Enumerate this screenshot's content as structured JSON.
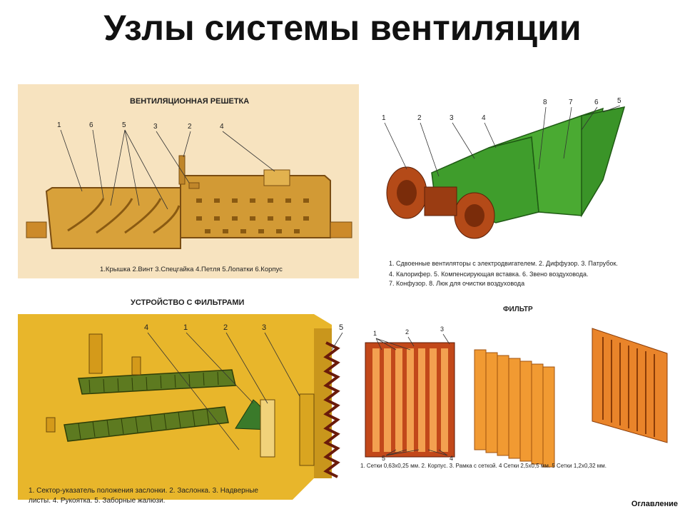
{
  "slide": {
    "title": "Узлы системы вентиляции",
    "nav_link": "Оглавление"
  },
  "grille": {
    "heading": "ВЕНТИЛЯЦИОННАЯ РЕШЕТКА",
    "callouts": [
      "1",
      "6",
      "5",
      "3",
      "2",
      "4"
    ],
    "caption": "1.Крышка 2.Винт 3.Спецгайка 4.Петля 5.Лопатки 6.Корпус"
  },
  "duct": {
    "callouts": [
      "1",
      "2",
      "3",
      "4",
      "8",
      "7",
      "6",
      "5"
    ],
    "caption_lines": [
      "1. Сдвоенные вентиляторы с электродвигателем. 2. Диффузор. 3. Патрубок.",
      "4. Калорифер. 5. Компенсирующая вставка. 6. Звено воздуховода.",
      "7. Конфузор. 8. Люк для очистки воздуховода"
    ]
  },
  "filter_device": {
    "heading": "УСТРОЙСТВО С ФИЛЬТРАМИ",
    "callouts": [
      "4",
      "1",
      "2",
      "3",
      "5"
    ],
    "caption_lines": [
      "1. Сектор-указатель положения заслонки. 2. Заслонка. 3. Надверные",
      "листы. 4. Рукоятка. 5. Заборные жалюзи."
    ]
  },
  "filter": {
    "heading": "ФИЛЬТР",
    "callouts": [
      "1",
      "2",
      "3",
      "5",
      "4"
    ],
    "caption": "1. Сетки 0,63x0,25 мм. 2. Корпус. 3. Рамка с сеткой. 4 Сетки 2,5x0,5 мм. 5 Сетки 1,2x0,32 мм."
  }
}
